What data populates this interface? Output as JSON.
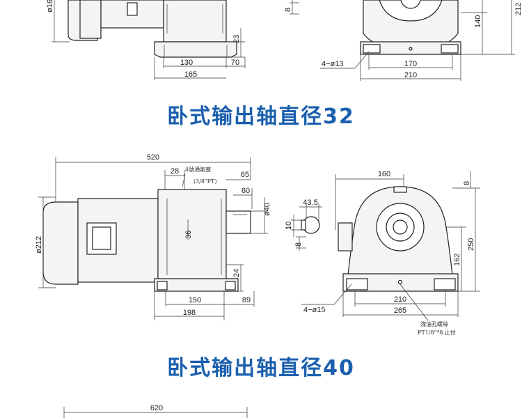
{
  "section1": {
    "side_dims": {
      "d1": "130",
      "d2": "70",
      "d3": "165",
      "d4": "23",
      "dia_partial": "ø16"
    },
    "front_dims": {
      "d1": "170",
      "d2": "210",
      "d3": "140",
      "d4": "212",
      "d5": "8",
      "holes": "4−ø13"
    },
    "title": "卧式输出轴直径32"
  },
  "section2": {
    "side_dims": {
      "overall": "520",
      "d28": "28",
      "d65": "65",
      "d60": "60",
      "dia40": "ø40",
      "d36": "36",
      "d24": "24",
      "d150": "150",
      "d89": "89",
      "d198": "198",
      "dia212": "ø212",
      "note_top1": "4號通氣塞",
      "note_top2": "(3/8\"PT)"
    },
    "key_dims": {
      "d435": "43.5",
      "d10": "10",
      "d8": "8"
    },
    "front_dims": {
      "d160": "160",
      "d8": "8",
      "d250": "250",
      "d162": "162",
      "d210": "210",
      "d265": "265",
      "holes": "4−ø15",
      "note1": "洩油孔螺絲",
      "note2": "PT1/8\"*8.止付"
    },
    "title": "卧式输出轴直径40"
  },
  "section3": {
    "overall": "620"
  }
}
